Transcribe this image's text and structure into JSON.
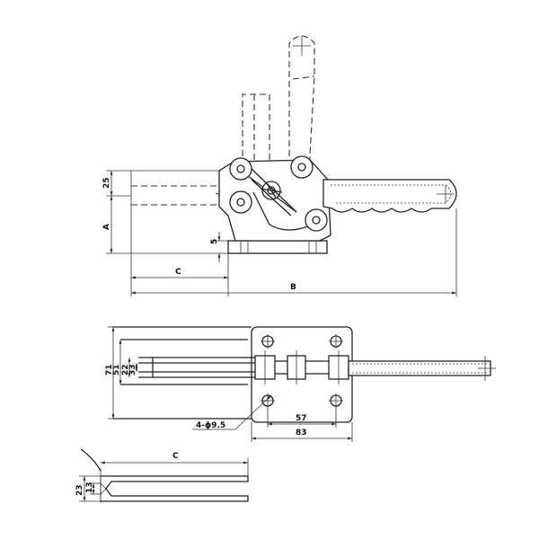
{
  "side_view": {
    "dim_25": "25",
    "dim_A": "A",
    "dim_5": "5",
    "dim_C": "C",
    "dim_B": "B"
  },
  "top_view": {
    "dim_71": "71",
    "dim_51": "51",
    "dim_22": "22",
    "dim_33": "33",
    "dim_57": "57",
    "dim_83": "83",
    "hole_callout": "4-ϕ9.5"
  },
  "detail_view": {
    "dim_C": "C",
    "dim_23": "23",
    "dim_13": "13"
  },
  "colors": {
    "line": "#222222",
    "background": "#ffffff"
  }
}
